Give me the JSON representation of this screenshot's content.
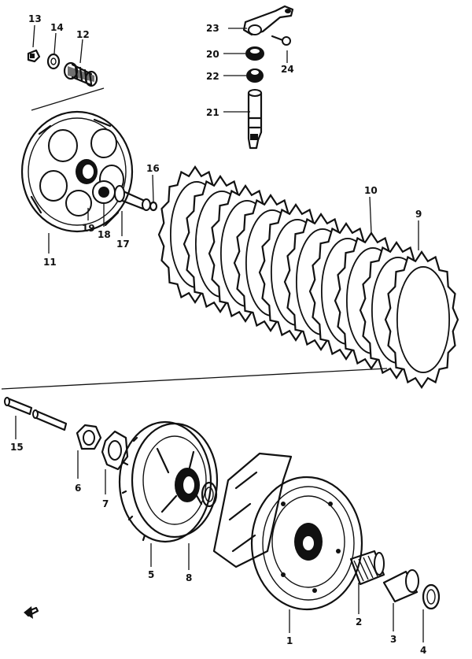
{
  "diagram": {
    "callouts": [
      {
        "id": "c1",
        "text": "1"
      },
      {
        "id": "c2",
        "text": "2"
      },
      {
        "id": "c3",
        "text": "3"
      },
      {
        "id": "c4",
        "text": "4"
      },
      {
        "id": "c5",
        "text": "5"
      },
      {
        "id": "c6",
        "text": "6"
      },
      {
        "id": "c7",
        "text": "7"
      },
      {
        "id": "c8",
        "text": "8"
      },
      {
        "id": "c9",
        "text": "9"
      },
      {
        "id": "c10",
        "text": "10"
      },
      {
        "id": "c11",
        "text": "11"
      },
      {
        "id": "c12",
        "text": "12"
      },
      {
        "id": "c13",
        "text": "13"
      },
      {
        "id": "c14",
        "text": "14"
      },
      {
        "id": "c15",
        "text": "15"
      },
      {
        "id": "c16",
        "text": "16"
      },
      {
        "id": "c17",
        "text": "17"
      },
      {
        "id": "c18",
        "text": "18"
      },
      {
        "id": "c19",
        "text": "19"
      },
      {
        "id": "c20",
        "text": "20"
      },
      {
        "id": "c21",
        "text": "21"
      },
      {
        "id": "c22",
        "text": "22"
      },
      {
        "id": "c23",
        "text": "23"
      },
      {
        "id": "c24",
        "text": "24"
      }
    ],
    "front_arrow_icon": "front-arrow-icon"
  }
}
